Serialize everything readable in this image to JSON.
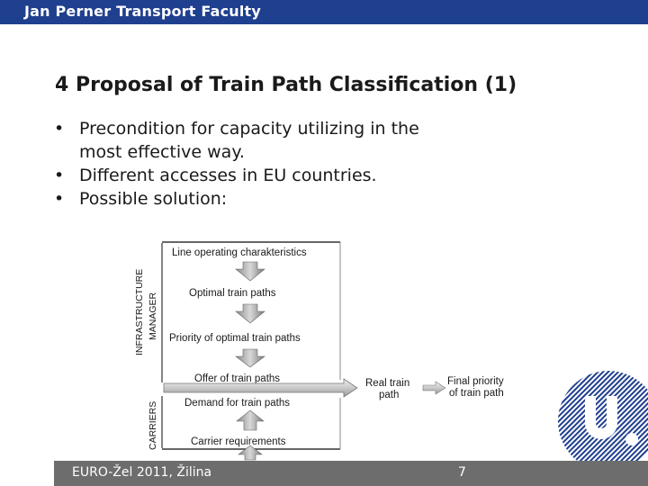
{
  "header": {
    "title": "Jan Perner Transport Faculty"
  },
  "slide": {
    "title": "4 Proposal of Train Path Classification (1)",
    "bullets": [
      {
        "marker": "•",
        "text": "Precondition for capacity utilizing in the most effective way."
      },
      {
        "marker": "•",
        "text": "Different accesses in EU countries."
      },
      {
        "marker": "•",
        "text": "Possible solution:"
      }
    ]
  },
  "diagram": {
    "side_labels": {
      "infrastructure": "INFRASTRUCTURE",
      "manager": "MANAGER",
      "carriers": "CARRIERS"
    },
    "steps": {
      "line_operating": "Line operating charakteristics",
      "optimal_paths": "Optimal train paths",
      "priority": "Priority of optimal train paths",
      "offer": "Offer of train paths",
      "demand": "Demand for train paths",
      "requirements": "Carrier requirements"
    },
    "real_path": [
      "Real train",
      "path"
    ],
    "final_priority": [
      "Final priority",
      "of train path"
    ]
  },
  "footer": {
    "event": "EURO-Žel 2011, Žilina",
    "page": "7"
  },
  "colors": {
    "header_bg": "#1f3f8f",
    "footer_bg": "#6d6d6d",
    "logo_blue": "#1f3f8f"
  }
}
